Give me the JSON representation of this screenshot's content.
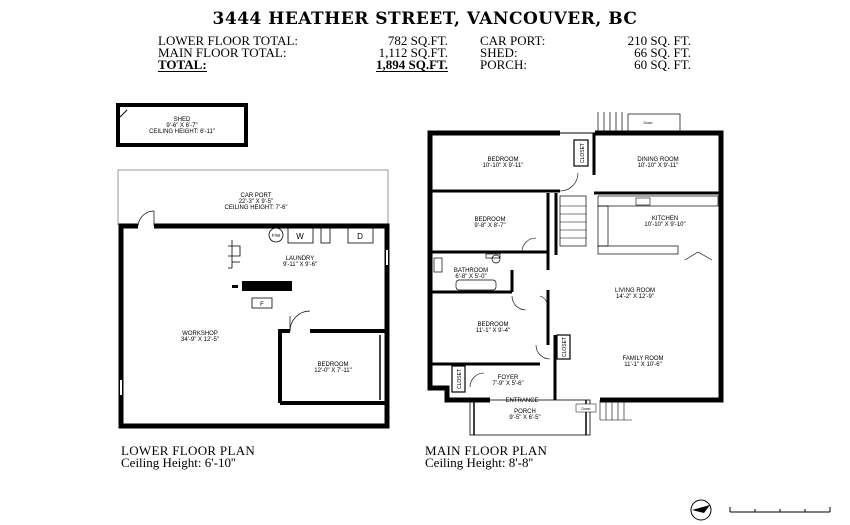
{
  "header": {
    "title": "3444 HEATHER STREET, VANCOUVER, BC",
    "stats": [
      {
        "label": "LOWER FLOOR TOTAL:",
        "value": "782 SQ.FT.",
        "label2": "CAR PORT:",
        "value2": "210 SQ. FT."
      },
      {
        "label": "MAIN FLOOR TOTAL:",
        "value": "1,112 SQ.FT.",
        "label2": "SHED:",
        "value2": "66 SQ. FT."
      },
      {
        "label": "TOTAL:",
        "value": "1,894 SQ.FT.",
        "label2": "PORCH:",
        "value2": "60 SQ. FT."
      }
    ]
  },
  "rooms": {
    "shed": {
      "name": "SHED",
      "dims": "9'-6\" X 6'-7\"",
      "extra": "CEILING HEIGHT: 6'-11\""
    },
    "carport": {
      "name": "CAR PORT",
      "dims": "22'-3\" X 9'-5\"",
      "extra": "CEILING HEIGHT: 7'-6\""
    },
    "laundry": {
      "name": "LAUNDRY",
      "dims": "9'-11\" X 9'-6\""
    },
    "workshop": {
      "name": "WORKSHOP",
      "dims": "34'-9\" X 12'-5\""
    },
    "lower_bedroom": {
      "name": "BEDROOM",
      "dims": "12'-0\" X 7'-11\""
    },
    "bedroom1": {
      "name": "BEDROOM",
      "dims": "10'-10\" X 9'-11\""
    },
    "dining": {
      "name": "DINING ROOM",
      "dims": "10'-10\" X 9'-11\""
    },
    "bedroom2": {
      "name": "BEDROOM",
      "dims": "9'-8\" X 8'-7\""
    },
    "kitchen": {
      "name": "KITCHEN",
      "dims": "10'-10\" X 9'-10\""
    },
    "bathroom": {
      "name": "BATHROOM",
      "dims": "6'-8\" X 5'-0\""
    },
    "living": {
      "name": "LIVING ROOM",
      "dims": "14'-2\" X 12'-9\""
    },
    "bedroom3": {
      "name": "BEDROOM",
      "dims": "11'-1\" X 9'-4\""
    },
    "family": {
      "name": "FAMILY ROOM",
      "dims": "11'-1\" X 10'-6\""
    },
    "foyer": {
      "name": "FOYER",
      "dims": "7'-9\" X 5'-6\""
    },
    "porch": {
      "name": "PORCH",
      "dims": "9'-5\" X 6'-5\""
    }
  },
  "labels": {
    "entrance": "ENTRANCE",
    "closet": "CLOSET",
    "down": "Down",
    "fw": "F/W",
    "washer": "W",
    "dryer": "D",
    "furnace": "F"
  },
  "captions": {
    "lower": {
      "title": "LOWER FLOOR PLAN",
      "sub": "Ceiling Height: 6'-10''"
    },
    "main": {
      "title": "MAIN FLOOR PLAN",
      "sub": "Ceiling Height: 8'-8''"
    }
  },
  "icons": {
    "compass": "north-arrow-icon",
    "scale": "scale-bar-icon"
  }
}
